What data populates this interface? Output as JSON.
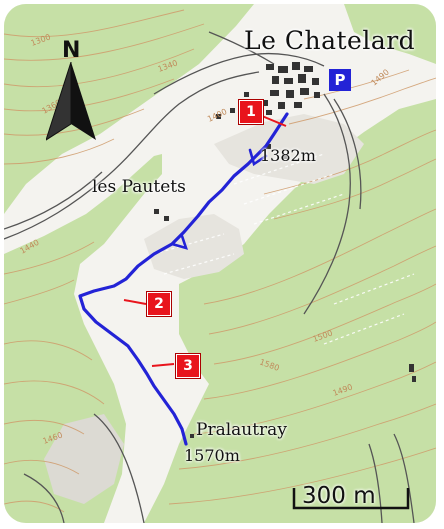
{
  "map": {
    "town": "Le Chatelard",
    "hamlet": "les Pautets",
    "destination": "Pralautray",
    "start_elevation": "1382m",
    "end_elevation": "1570m",
    "parking_symbol": "P",
    "north_label": "N",
    "scale_label": "300 m",
    "waypoints": [
      {
        "label": "1"
      },
      {
        "label": "2"
      },
      {
        "label": "3"
      }
    ],
    "contour_labels": [
      "1300",
      "1340",
      "1360",
      "1400",
      "1440",
      "1490",
      "1500",
      "1580",
      "1490",
      "1460"
    ],
    "colors": {
      "forest": "#c6e0a6",
      "open_ground": "#f4f3ef",
      "contour": "#cf9b6b",
      "route": "#2323d6",
      "marker": "#e8141c",
      "parking": "#2323d6",
      "road": "#555555"
    }
  }
}
